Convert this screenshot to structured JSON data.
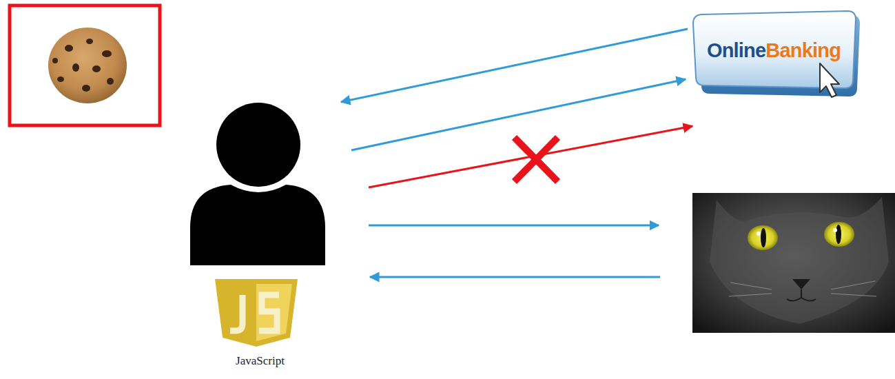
{
  "diagram": {
    "nodes": [
      {
        "text": [
          "JavaScript"
        ]
      },
      {
        "text": [
          "Online",
          "Banking"
        ]
      }
    ],
    "edges": [
      {
        "from": 1,
        "to": 0,
        "arrow": "to"
      },
      {
        "from": 0,
        "to": 1,
        "arrow": "to"
      },
      {
        "from": 0,
        "to": 1,
        "arrow": "to"
      }
    ]
  }
}
